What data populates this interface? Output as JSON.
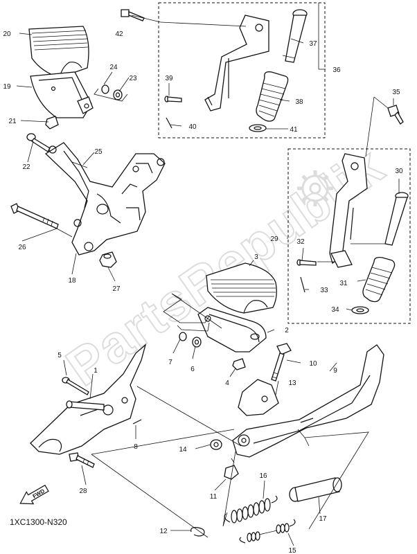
{
  "diagram_code": "1XC1300-N320",
  "fwd_label": "FWD",
  "watermark": "PartsRepublik",
  "labels": {
    "l1": "1",
    "l2": "2",
    "l3": "3",
    "l4": "4",
    "l5": "5",
    "l6": "6",
    "l7": "7",
    "l8": "8",
    "l9": "9",
    "l10": "10",
    "l11": "11",
    "l12": "12",
    "l13": "13",
    "l14": "14",
    "l15": "15",
    "l16": "16",
    "l17": "17",
    "l18": "18",
    "l19": "19",
    "l20": "20",
    "l21": "21",
    "l22": "22",
    "l23": "23",
    "l24": "24",
    "l25": "25",
    "l26": "26",
    "l27": "27",
    "l28": "28",
    "l29": "29",
    "l30": "30",
    "l31": "31",
    "l32": "32",
    "l33": "33",
    "l34": "34",
    "l35": "35",
    "l36": "36",
    "l37": "37",
    "l38": "38",
    "l39": "39",
    "l40": "40",
    "l41": "41",
    "l42": "42"
  }
}
